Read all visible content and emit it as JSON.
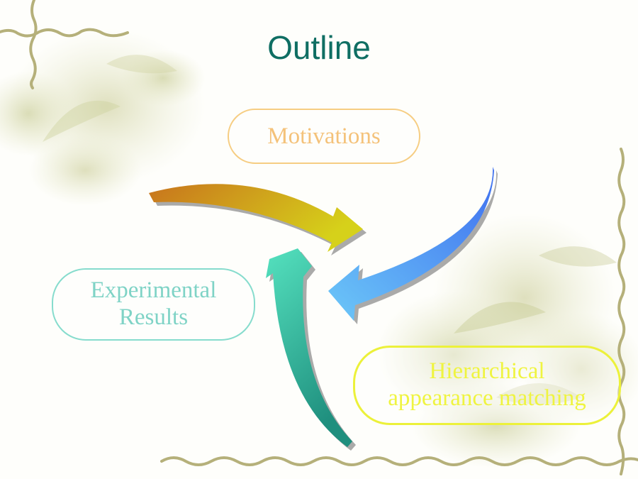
{
  "slide": {
    "title": "Outline",
    "items": [
      {
        "lines": [
          "Motivations"
        ]
      },
      {
        "lines": [
          "Experimental",
          "Results"
        ]
      },
      {
        "lines": [
          "Hierarchical",
          "appearance matching"
        ]
      }
    ]
  },
  "colors": {
    "title": "#0f6e63",
    "motivations": "#f4c27a",
    "experimental": "#7fd3c6",
    "hierarchical": "#eff440",
    "arrow_orange_start": "#c8741d",
    "arrow_orange_end": "#d6d11a",
    "arrow_blue_start": "#3f6fef",
    "arrow_blue_end": "#6cc8f8",
    "arrow_teal_start": "#55e2bf",
    "arrow_teal_end": "#1f8f7e",
    "vine": "#b5b07a"
  },
  "icons": [
    "curved-arrow-orange",
    "curved-arrow-blue",
    "curved-arrow-teal",
    "vine-border",
    "lotus-watermark"
  ]
}
